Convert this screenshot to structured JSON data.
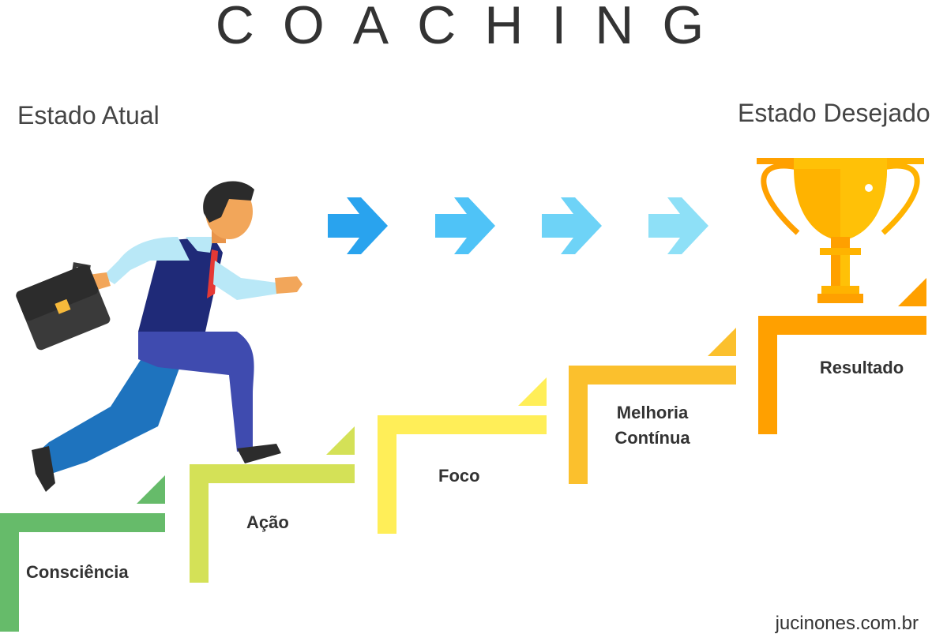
{
  "title": "COACHING",
  "left_label": "Estado Atual",
  "right_label": "Estado Desejado",
  "steps": [
    {
      "lines": [
        "Consciência"
      ],
      "color": "#66BB6A"
    },
    {
      "lines": [
        "Ação"
      ],
      "color": "#D4E157"
    },
    {
      "lines": [
        "Foco"
      ],
      "color": "#FFEE58"
    },
    {
      "lines": [
        "Melhoria",
        "Contínua"
      ],
      "color": "#FBC02D"
    },
    {
      "lines": [
        "Resultado"
      ],
      "color": "#FFA000"
    }
  ],
  "arrow_colors": [
    "#29A3EE",
    "#4FC3F7",
    "#6ED3F7",
    "#8EE0F7"
  ],
  "credit": "jucinones.com.br",
  "icons": {
    "person": "businessman-running-icon",
    "briefcase": "briefcase-icon",
    "trophy": "trophy-icon"
  }
}
